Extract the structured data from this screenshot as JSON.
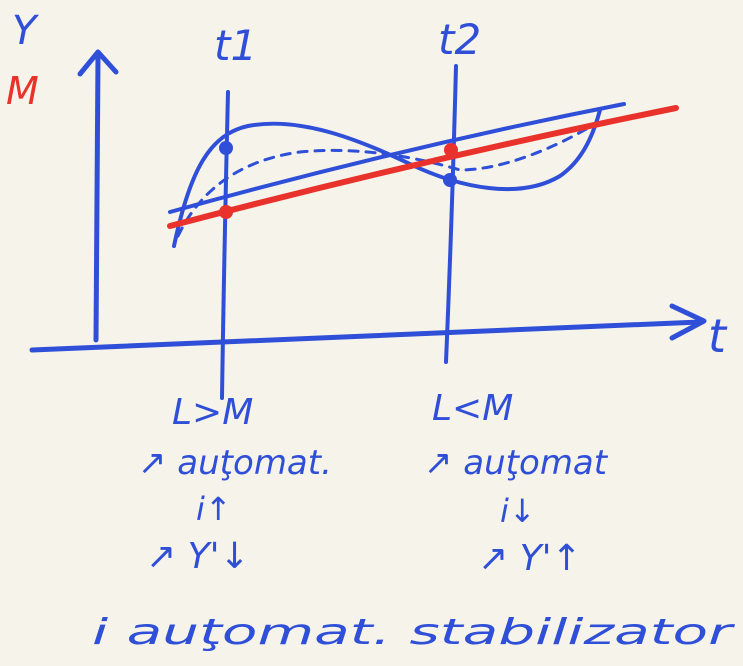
{
  "colors": {
    "ink": "#2f4fd8",
    "accent": "#e8322b",
    "background": "#f6f3ea"
  },
  "axes": {
    "y_label": "Y",
    "m_label": "M",
    "x_label": "t",
    "t1_label": "t1",
    "t2_label": "t2"
  },
  "notes": {
    "left": {
      "line1": "L>M",
      "line2": "↗ auţomat.",
      "line3": "i↑",
      "line4": "↗ Y'↓"
    },
    "right": {
      "line1": "L<M",
      "line2": "↗ auţomat",
      "line3": "i↓",
      "line4": "↗ Y'↑"
    },
    "bottom": "i auţomat. stabilizator"
  }
}
